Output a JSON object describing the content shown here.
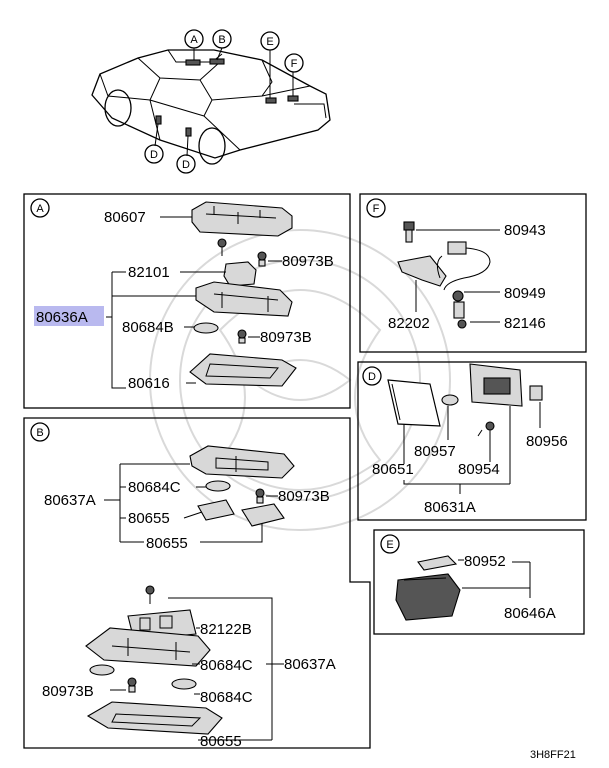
{
  "car_markers": [
    "A",
    "B",
    "E",
    "F",
    "D",
    "D"
  ],
  "panels": {
    "A": {
      "letter": "A",
      "labels": {
        "p80607": "80607",
        "p82101": "82101",
        "p80973B_1": "80973B",
        "p80636A": "80636A",
        "p80684B": "80684B",
        "p80973B_2": "80973B",
        "p80616": "80616"
      }
    },
    "B": {
      "letter": "B",
      "labels": {
        "p80684C_1": "80684C",
        "p80637A_1": "80637A",
        "p80973B_3": "80973B",
        "p80655_1": "80655",
        "p80655_2": "80655",
        "p82122B": "82122B",
        "p80684C_2": "80684C",
        "p80637A_2": "80637A",
        "p80973B_4": "80973B",
        "p80684C_3": "80684C",
        "p80655_3": "80655"
      }
    },
    "F": {
      "letter": "F",
      "labels": {
        "p80943": "80943",
        "p80949": "80949",
        "p82202": "82202",
        "p82146": "82146"
      }
    },
    "D": {
      "letter": "D",
      "labels": {
        "p80957": "80957",
        "p80956": "80956",
        "p80651": "80651",
        "p80954": "80954",
        "p80631A": "80631A"
      }
    },
    "E": {
      "letter": "E",
      "labels": {
        "p80952": "80952",
        "p80646A": "80646A"
      }
    }
  },
  "diagram_code": "3H8FF21",
  "colors": {
    "line": "#000000",
    "highlight": "#b9b9ef",
    "watermark": "#d9d9d9"
  }
}
